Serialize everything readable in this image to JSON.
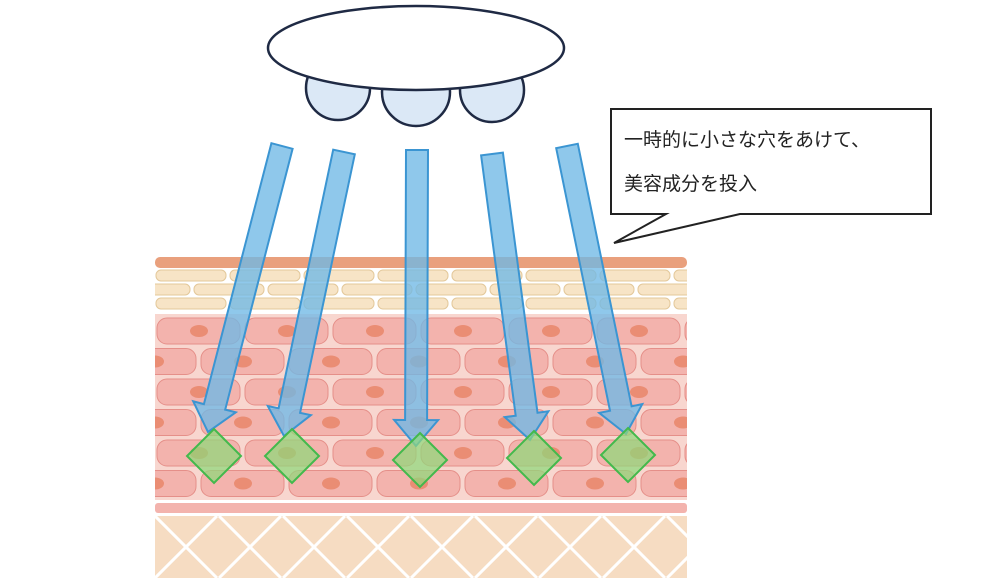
{
  "callout": {
    "lines": [
      "一時的に小さな穴をあけて、",
      "美容成分を投入"
    ]
  },
  "colors": {
    "skin_surface": "#e9a07d",
    "epidermis_cell": "#f7e4c6",
    "epidermis_cell_stroke": "#e3c89a",
    "dermis_bg": "#f8d6cf",
    "dermis_cell": "#f3b3ad",
    "dermis_cell_stroke": "#e58f89",
    "nucleus": "#ea8d74",
    "hypodermis_bg": "#f6dcc2",
    "hypodermis_line": "#ffffff",
    "beam_fill": "#6fb9e6",
    "beam_stroke": "#3b95d2",
    "ingredient_fill": "#8fd87a",
    "ingredient_stroke": "#43b94c",
    "device_body": "#ffffff",
    "device_outline": "#1f2a44",
    "device_head": "#dbe8f6"
  },
  "diagram": {
    "device": {
      "name": "treatment-device",
      "head_count": 3
    },
    "beams": [
      {
        "name": "beam-1"
      },
      {
        "name": "beam-2"
      },
      {
        "name": "beam-3"
      },
      {
        "name": "beam-4"
      },
      {
        "name": "beam-5"
      }
    ],
    "ingredients": [
      {
        "name": "ingredient-1"
      },
      {
        "name": "ingredient-2"
      },
      {
        "name": "ingredient-3"
      },
      {
        "name": "ingredient-4"
      },
      {
        "name": "ingredient-5"
      }
    ],
    "skin_layers": [
      "surface",
      "epidermis",
      "dermis",
      "hypodermis"
    ]
  }
}
